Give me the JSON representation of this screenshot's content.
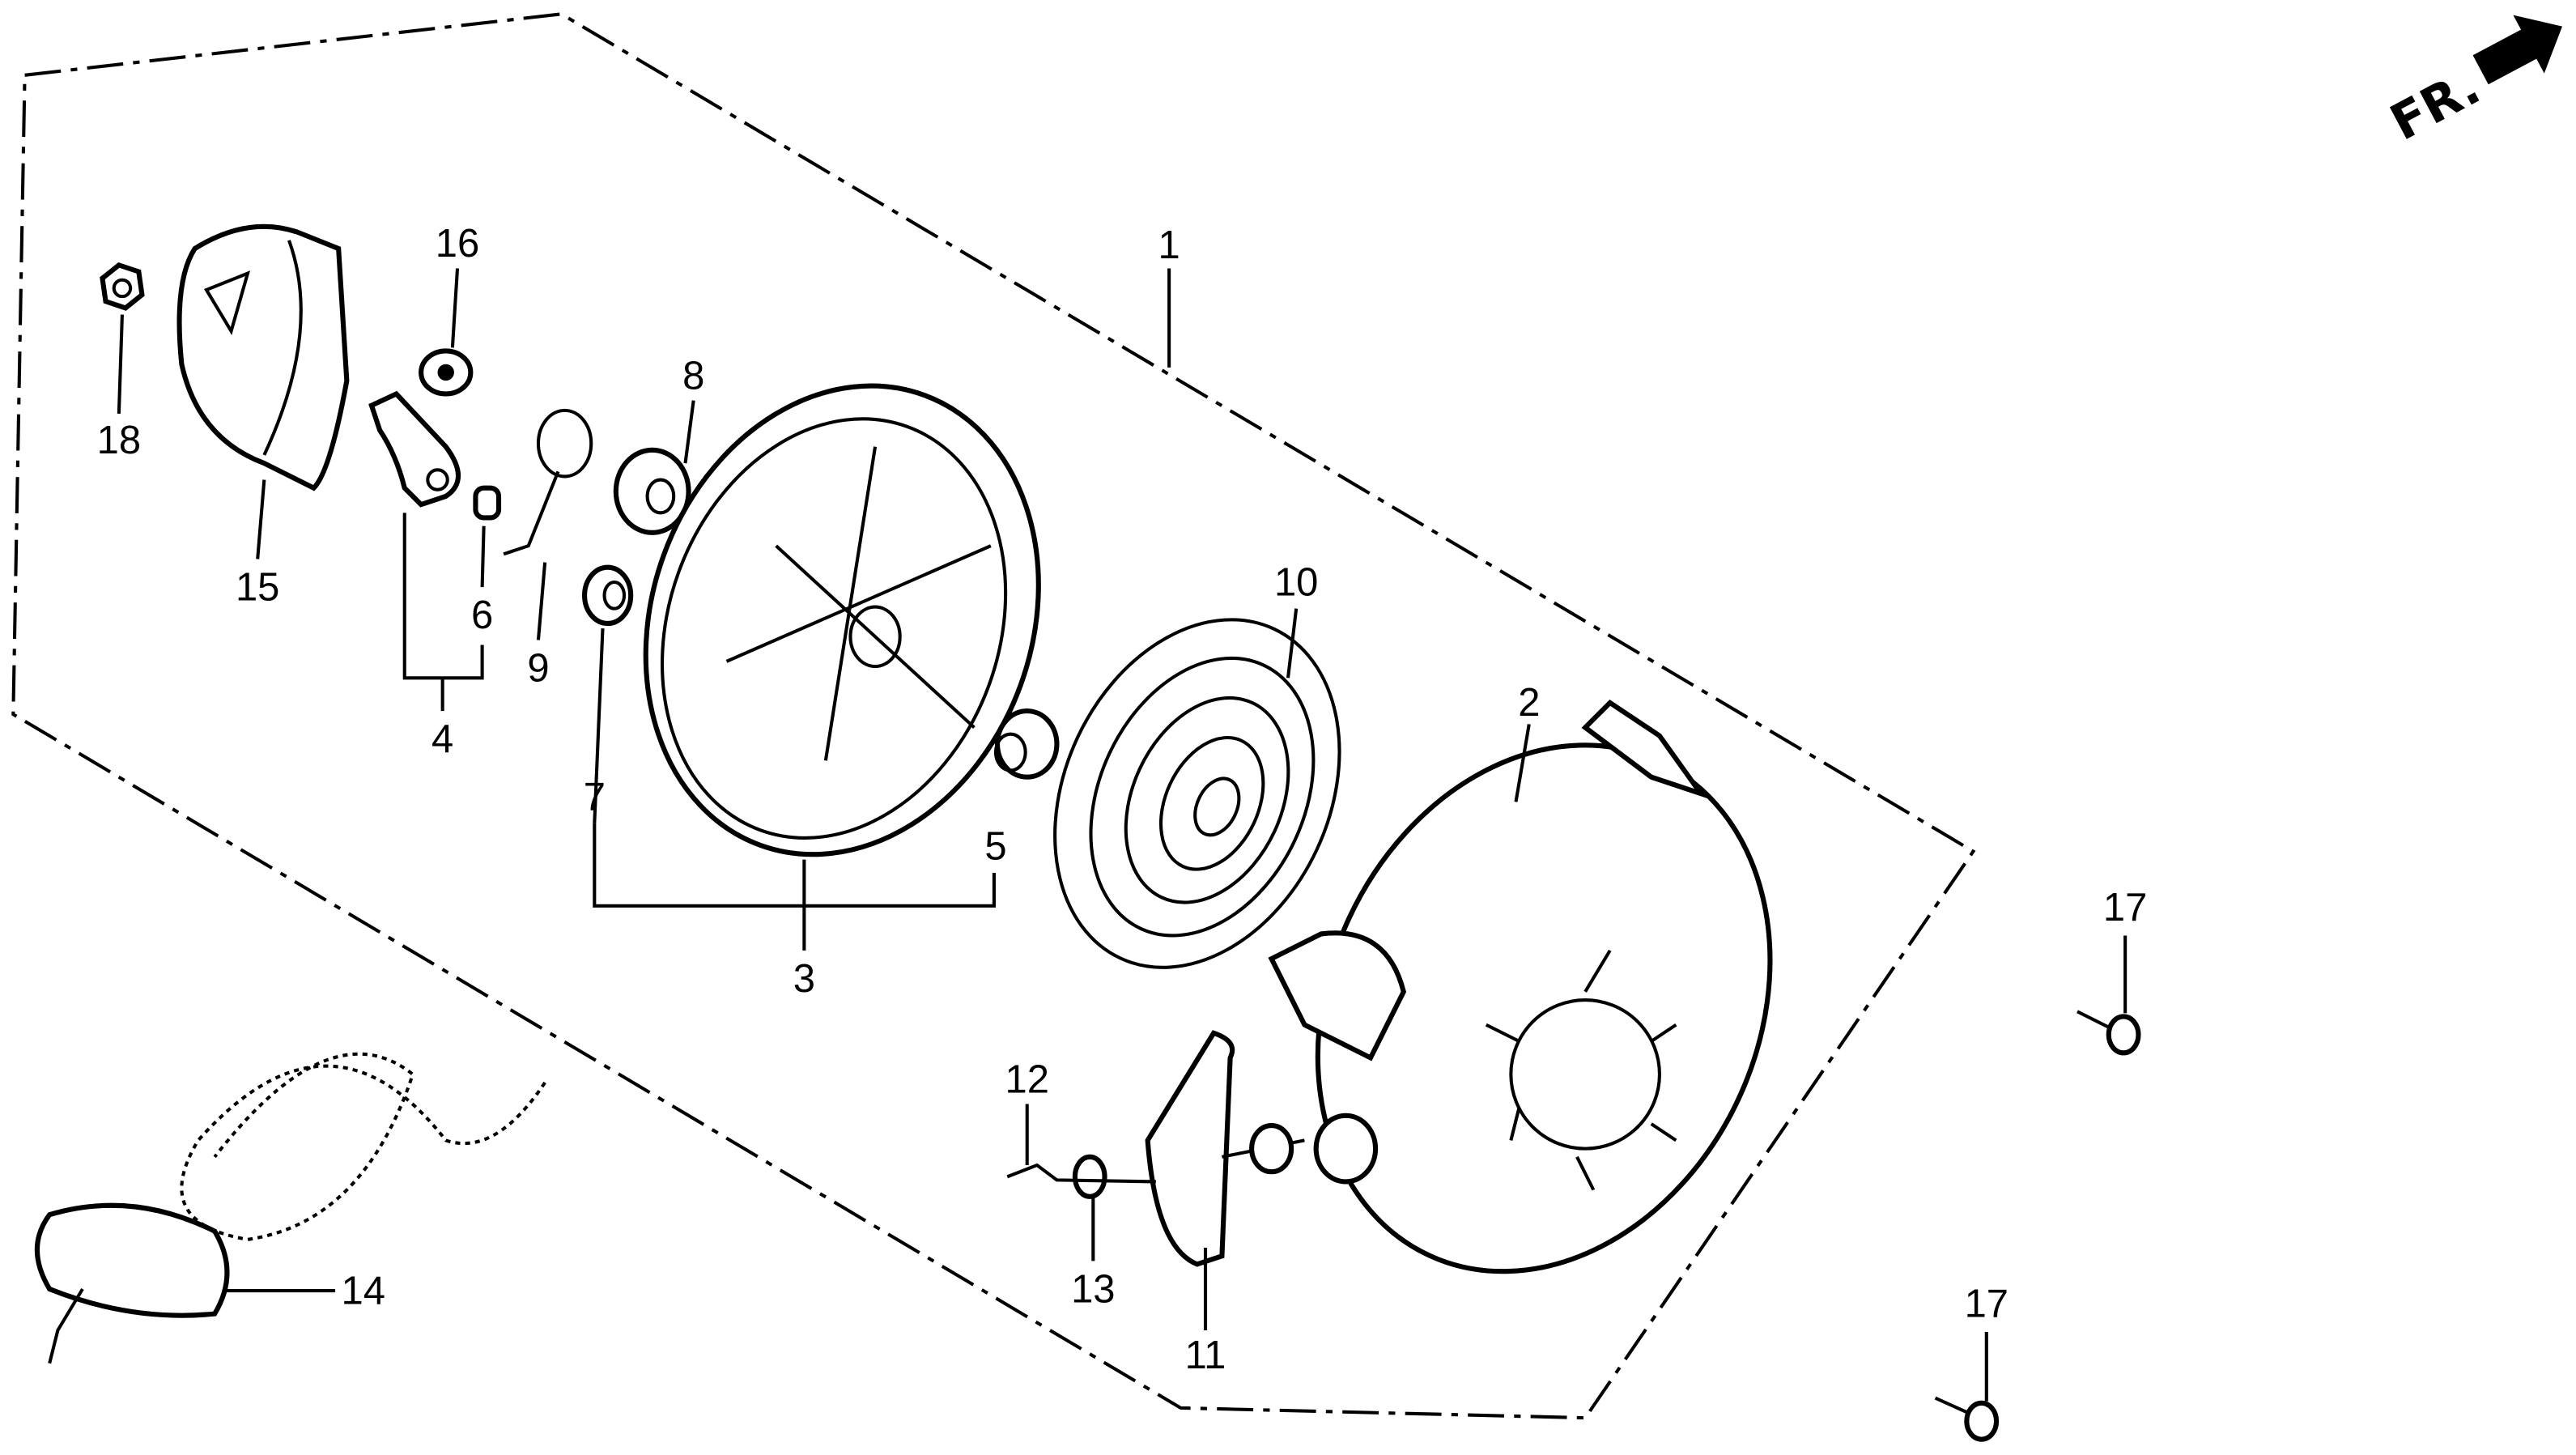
{
  "title": "Recoil starter exploded parts diagram",
  "direction_marker": {
    "label": "FR.",
    "icon": "front-arrow-icon"
  },
  "callouts": [
    {
      "number": "1",
      "part": "recoil-starter-assembly"
    },
    {
      "number": "2",
      "part": "starter-case"
    },
    {
      "number": "3",
      "part": "reel-assembly"
    },
    {
      "number": "4",
      "part": "ratchet-assembly"
    },
    {
      "number": "5",
      "part": "collar"
    },
    {
      "number": "6",
      "part": "pin"
    },
    {
      "number": "7",
      "part": "collar"
    },
    {
      "number": "8",
      "part": "washer"
    },
    {
      "number": "9",
      "part": "ratchet-spring"
    },
    {
      "number": "10",
      "part": "recoil-spring"
    },
    {
      "number": "11",
      "part": "starter-grip"
    },
    {
      "number": "12",
      "part": "pin"
    },
    {
      "number": "13",
      "part": "collar"
    },
    {
      "number": "14",
      "part": "starter-rope-and-grip"
    },
    {
      "number": "15",
      "part": "starter-cover"
    },
    {
      "number": "16",
      "part": "collar"
    },
    {
      "number": "17",
      "part": "bolt"
    },
    {
      "number": "17b",
      "part": "bolt",
      "label": "17"
    },
    {
      "number": "18",
      "part": "nut"
    }
  ]
}
